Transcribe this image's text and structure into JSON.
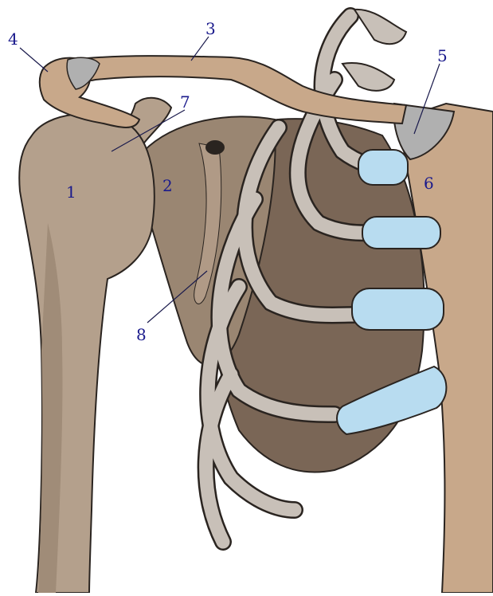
{
  "diagram": {
    "labels": [
      {
        "id": "l1",
        "text": "1"
      },
      {
        "id": "l2",
        "text": "2"
      },
      {
        "id": "l3",
        "text": "3"
      },
      {
        "id": "l4",
        "text": "4"
      },
      {
        "id": "l5",
        "text": "5"
      },
      {
        "id": "l6",
        "text": "6"
      },
      {
        "id": "l7",
        "text": "7"
      },
      {
        "id": "l8",
        "text": "8"
      }
    ]
  },
  "colors": {
    "bone": "#b4a08c",
    "bone_dark": "#8c7866",
    "scapula": "#9a8672",
    "thorax": "#7a6656",
    "rib": "#c8c0b8",
    "cartilage": "#b8dcf0",
    "joint": "#b0b0b0",
    "skin": "#c8a88a",
    "outline": "#2a2420",
    "label": "#1a1a8c"
  }
}
